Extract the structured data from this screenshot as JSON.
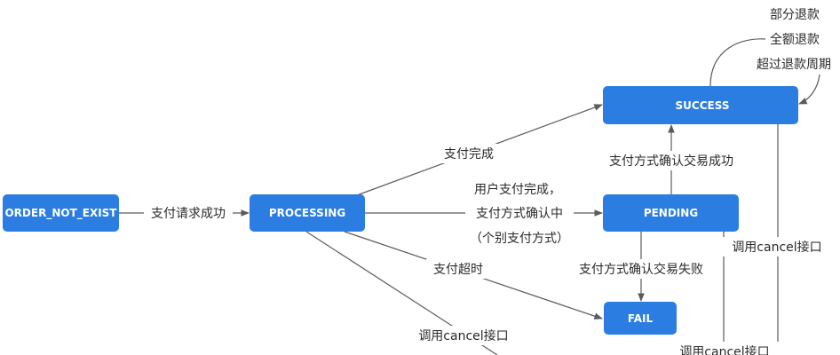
{
  "nodes": {
    "order_not_exist": "ORDER_NOT_EXIST",
    "processing": "PROCESSING",
    "success": "SUCCESS",
    "pending": "PENDING",
    "fail": "FAIL"
  },
  "edges": {
    "not_exist_to_processing": "支付请求成功",
    "processing_to_success": "支付完成",
    "processing_to_pending": [
      "用户支付完成，",
      "支付方式确认中",
      "（个别支付方式）"
    ],
    "processing_to_fail": "支付超时",
    "processing_cancel": "调用cancel接口",
    "pending_to_success": "支付方式确认交易成功",
    "pending_to_fail": "支付方式确认交易失败",
    "pending_cancel": "调用cancel接口",
    "success_cancel": "调用cancel接口",
    "success_refund": [
      "部分退款",
      "全额退款",
      "超过退款周期"
    ]
  },
  "colors": {
    "node_fill": "#2b7de1",
    "node_text": "#ffffff",
    "edge": "#5b5b5b",
    "label": "#2a2a2a"
  }
}
